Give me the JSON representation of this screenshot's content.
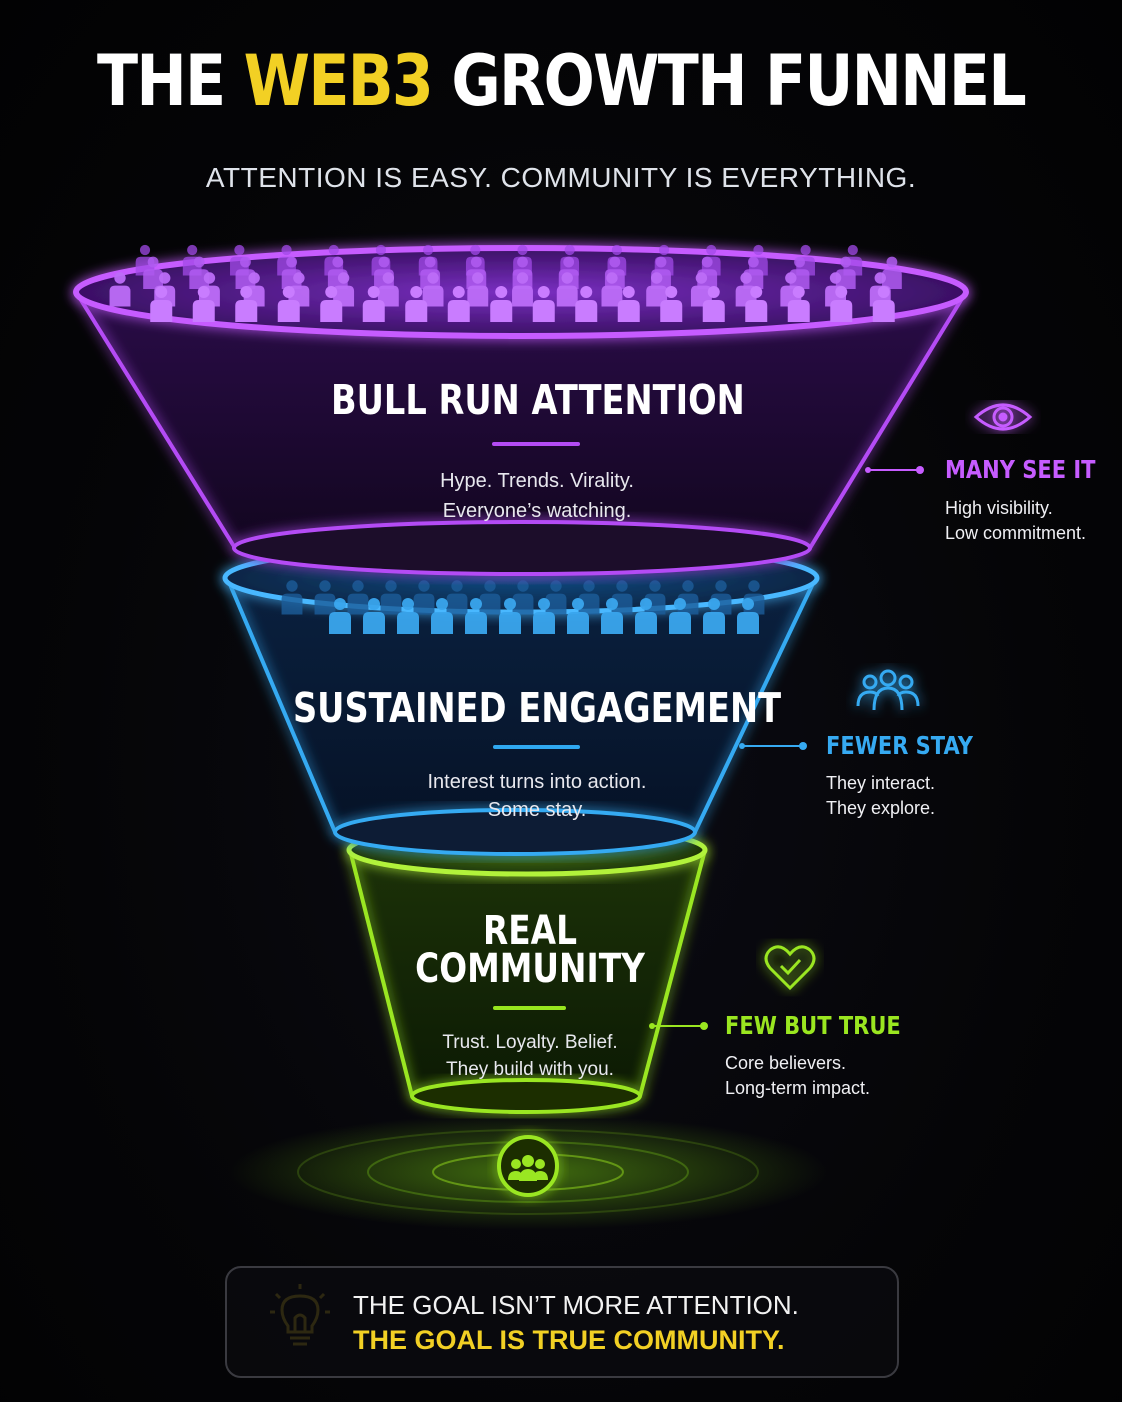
{
  "title": {
    "part1": "THE ",
    "accent": "WEB3",
    "part2": " GROWTH FUNNEL"
  },
  "subtitle": "ATTENTION IS EASY. COMMUNITY IS EVERYTHING.",
  "colors": {
    "accent": "#f2d024",
    "purple": "#b44cf5",
    "blue": "#2fa8f0",
    "green": "#98e61e"
  },
  "stages": [
    {
      "title": "BULL RUN ATTENTION",
      "desc1": "Hype. Trends. Virality.",
      "desc2": "Everyone’s watching.",
      "side_title": "MANY SEE IT",
      "side_desc1": "High visibility.",
      "side_desc2": "Low commitment.",
      "icon": "eye-icon"
    },
    {
      "title": "SUSTAINED ENGAGEMENT",
      "desc1": "Interest turns into action.",
      "desc2": "Some stay.",
      "side_title": "FEWER STAY",
      "side_desc1": "They interact.",
      "side_desc2": "They explore.",
      "icon": "group-icon"
    },
    {
      "title1": "REAL",
      "title2": "COMMUNITY",
      "desc1": "Trust. Loyalty. Belief.",
      "desc2": "They build with you.",
      "side_title": "FEW BUT TRUE",
      "side_desc1": "Core believers.",
      "side_desc2": "Long-term impact.",
      "icon": "heart-icon"
    }
  ],
  "goal": {
    "line1": "THE GOAL ISN’T MORE ATTENTION.",
    "line2": "THE GOAL IS TRUE COMMUNITY.",
    "icon": "lightbulb-icon"
  }
}
